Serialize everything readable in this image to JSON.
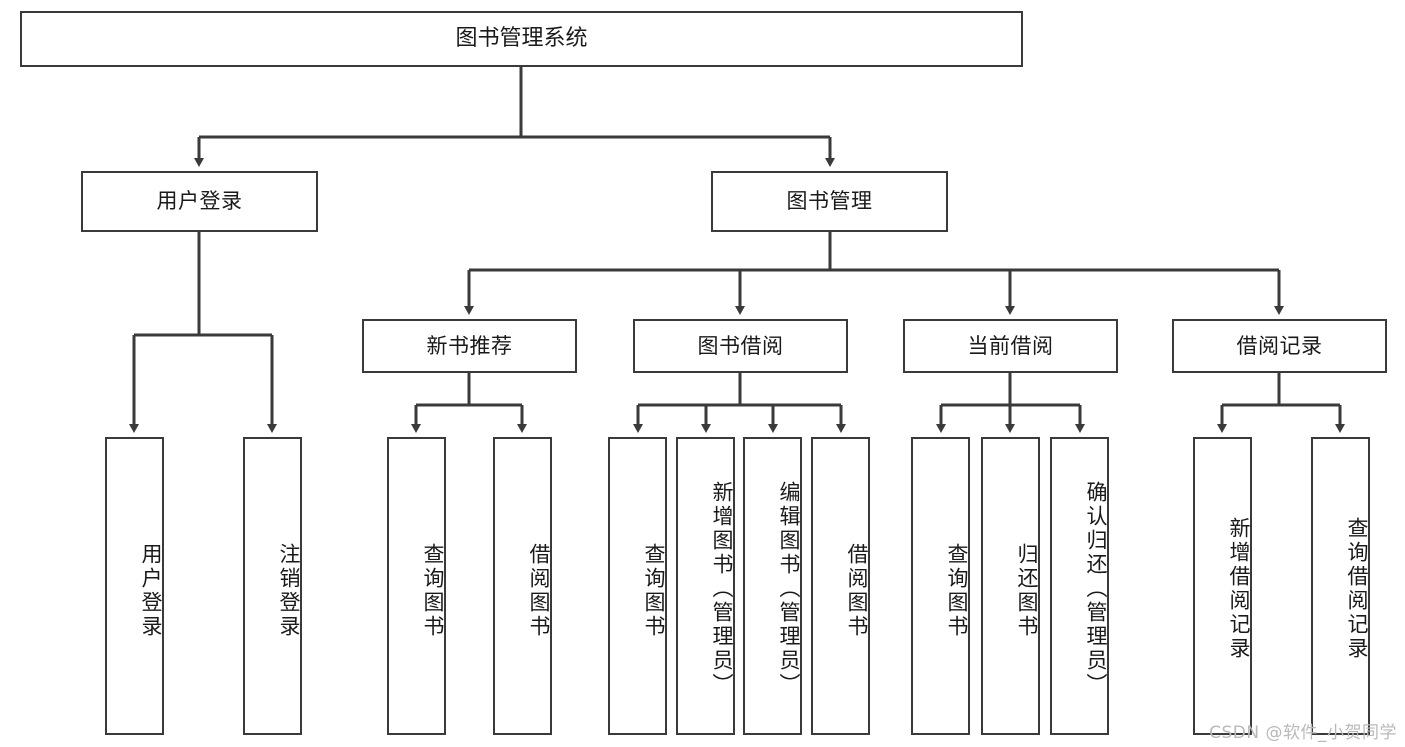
{
  "diagram": {
    "title": "图书管理系统",
    "watermark": "CSDN @软件_小贺同学",
    "colors": {
      "box_border": "#3a3a3a",
      "box_fill": "#ffffff",
      "edge": "#3a3a3a",
      "text": "#1a1a1a",
      "watermark": "#b9b9b9"
    },
    "levels": {
      "root": [
        "图书管理系统"
      ],
      "level2": [
        "用户登录",
        "图书管理"
      ],
      "level3": [
        "新书推荐",
        "图书借阅",
        "当前借阅",
        "借阅记录"
      ]
    },
    "nodes": {
      "root": {
        "label": "图书管理系统"
      },
      "user_login": {
        "label": "用户登录"
      },
      "book_manage": {
        "label": "图书管理"
      },
      "new_book_rec": {
        "label": "新书推荐"
      },
      "book_borrow": {
        "label": "图书借阅"
      },
      "current_borrow": {
        "label": "当前借阅"
      },
      "borrow_record": {
        "label": "借阅记录"
      },
      "leaf_user_login": {
        "label": "用户登录"
      },
      "leaf_logout": {
        "label": "注销登录"
      },
      "leaf_query_book_1": {
        "label": "查询图书"
      },
      "leaf_borrow_book_1": {
        "label": "借阅图书"
      },
      "leaf_query_book_2": {
        "label": "查询图书"
      },
      "leaf_add_book": {
        "label": "新增图书（管理员）"
      },
      "leaf_edit_book": {
        "label": "编辑图书（管理员）"
      },
      "leaf_borrow_book_2": {
        "label": "借阅图书"
      },
      "leaf_query_book_3": {
        "label": "查询图书"
      },
      "leaf_return_book": {
        "label": "归还图书"
      },
      "leaf_confirm_return": {
        "label": "确认归还（管理员）"
      },
      "leaf_add_record": {
        "label": "新增借阅记录"
      },
      "leaf_query_record": {
        "label": "查询借阅记录"
      }
    }
  }
}
